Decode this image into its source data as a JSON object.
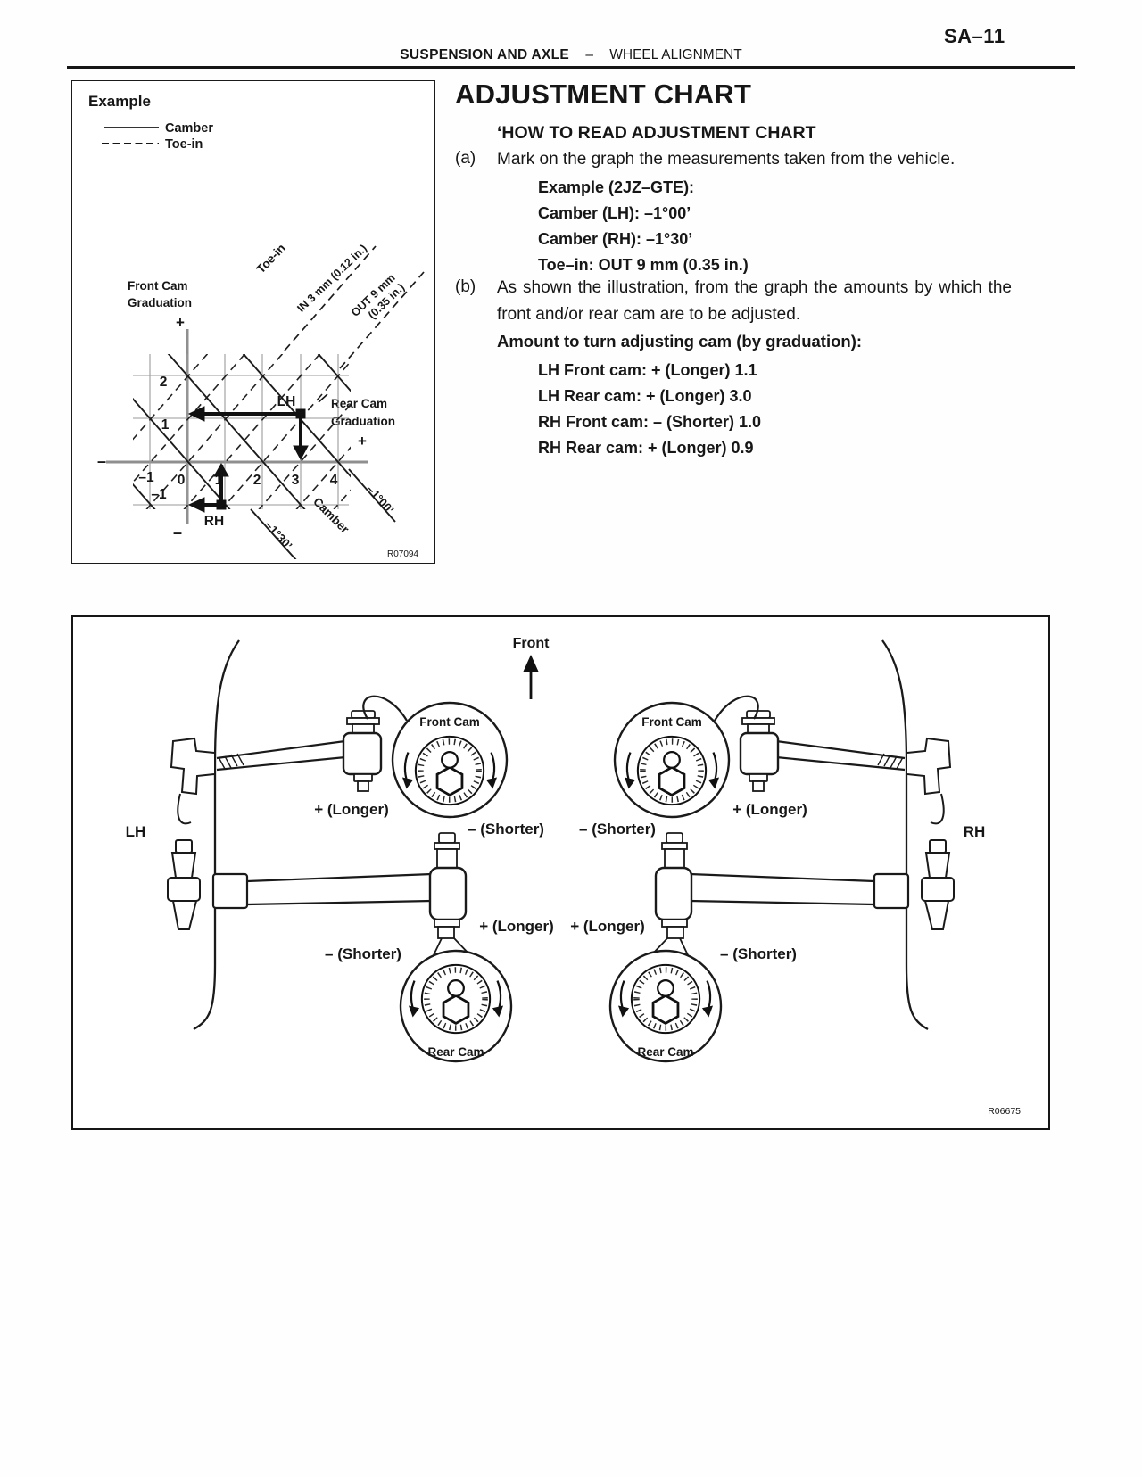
{
  "header": {
    "page_code": "SA–11",
    "section": "SUSPENSION AND AXLE",
    "separator": "–",
    "subsection": "WHEEL ALIGNMENT"
  },
  "content": {
    "title": "ADJUSTMENT CHART",
    "subtitle": "‘HOW TO READ ADJUSTMENT CHART",
    "step_a": {
      "label": "(a)",
      "text": "Mark on the graph the measurements taken from the vehicle.",
      "example_lines": [
        "Example (2JZ–GTE):",
        "Camber (LH): –1°00’",
        "Camber (RH): –1°30’",
        "Toe–in: OUT 9 mm (0.35 in.)"
      ]
    },
    "step_b": {
      "label": "(b)",
      "text": "As shown the illustration, from the graph the amounts by which the front and/or rear cam are to be adjusted.",
      "amount_heading": "Amount to turn adjusting cam (by graduation):",
      "amount_lines": [
        "LH Front cam: + (Longer) 1.1",
        "LH Rear cam: + (Longer) 3.0",
        "RH Front cam: – (Shorter) 1.0",
        "RH Rear cam: + (Longer) 0.9"
      ]
    }
  },
  "adjustment_chart_figure": {
    "title": "Example",
    "legend": {
      "camber": "Camber",
      "toe_in": "Toe-in"
    },
    "front_axis": {
      "line1": "Front Cam",
      "line2": "Graduation",
      "plus": "+",
      "minus": "–"
    },
    "rear_axis": {
      "line1": "Rear Cam",
      "line2": "Graduation",
      "plus": "+",
      "minus": "–"
    },
    "x_ticks": [
      "–1",
      "0",
      "1",
      "2",
      "3",
      "4"
    ],
    "y_ticks": [
      "2",
      "1",
      "–1"
    ],
    "toe_label": "Toe-in",
    "toe_in_line": "IN 3 mm (0.12 in.)",
    "toe_out_line1": "OUT 9 mm",
    "toe_out_line2": "(0.35 in.)",
    "camber_label": "Camber",
    "camber_lh_value": "–1°00’",
    "camber_rh_value": "–1°30’",
    "lh_point": "LH",
    "rh_point": "RH",
    "figure_code": "R07094"
  },
  "cam_illustration": {
    "front_label": "Front",
    "lh": "LH",
    "rh": "RH",
    "front_cam": "Front Cam",
    "rear_cam": "Rear Cam",
    "longer": "+ (Longer)",
    "shorter": "– (Shorter)",
    "figure_code": "R06675"
  },
  "chart_data": {
    "type": "scatter",
    "title": "Example adjustment chart (front cam graduation vs rear cam graduation)",
    "xlabel": "Rear Cam Graduation",
    "ylabel": "Front Cam Graduation",
    "x_ticks": [
      -1,
      0,
      1,
      2,
      3,
      4
    ],
    "y_ticks": [
      -1,
      0,
      1,
      2
    ],
    "points": [
      {
        "label": "LH",
        "rear_cam": 3.0,
        "front_cam": 1.1,
        "camber": "-1°00’"
      },
      {
        "label": "RH",
        "rear_cam": 0.9,
        "front_cam": -1.0,
        "camber": "-1°30’"
      }
    ],
    "diagonal_guides": {
      "dashed": "Toe-in (IN 3 mm (0.12 in.) … OUT 9 mm (0.35 in.))",
      "solid": "Camber (-1°00’, -1°30’)"
    }
  }
}
